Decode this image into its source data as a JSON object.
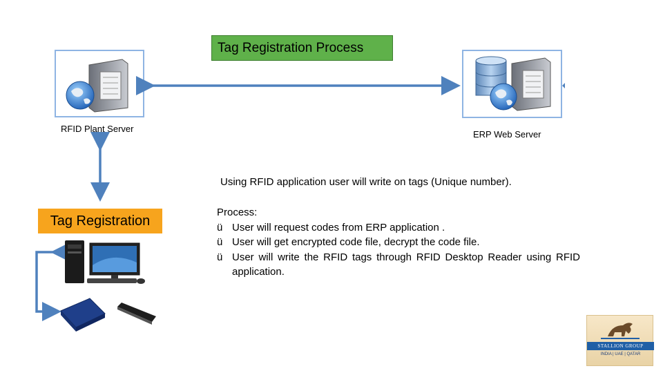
{
  "diagram": {
    "title": "Tag Registration Process",
    "nodes": {
      "plant_server": "RFID Plant Server",
      "erp_server": "ERP Web Server",
      "tag_registration": "Tag Registration"
    },
    "info_line": "Using RFID application user will write on tags (Unique number).",
    "process": {
      "heading": "Process:",
      "bullet_glyph": "ü",
      "steps": [
        "User will request codes from ERP application .",
        "User will get encrypted code file, decrypt the code file.",
        "User will write the RFID tags through RFID Desktop Reader using RFID application."
      ]
    },
    "logo": {
      "text": "STALLION GROUP",
      "locations": "INDIA | UAE | QATAR"
    },
    "colors": {
      "title_bg": "#5fb14a",
      "tag_registration_bg": "#f7a41d",
      "arrow": "#4f81bd",
      "frame": "#8eb4e3"
    }
  }
}
